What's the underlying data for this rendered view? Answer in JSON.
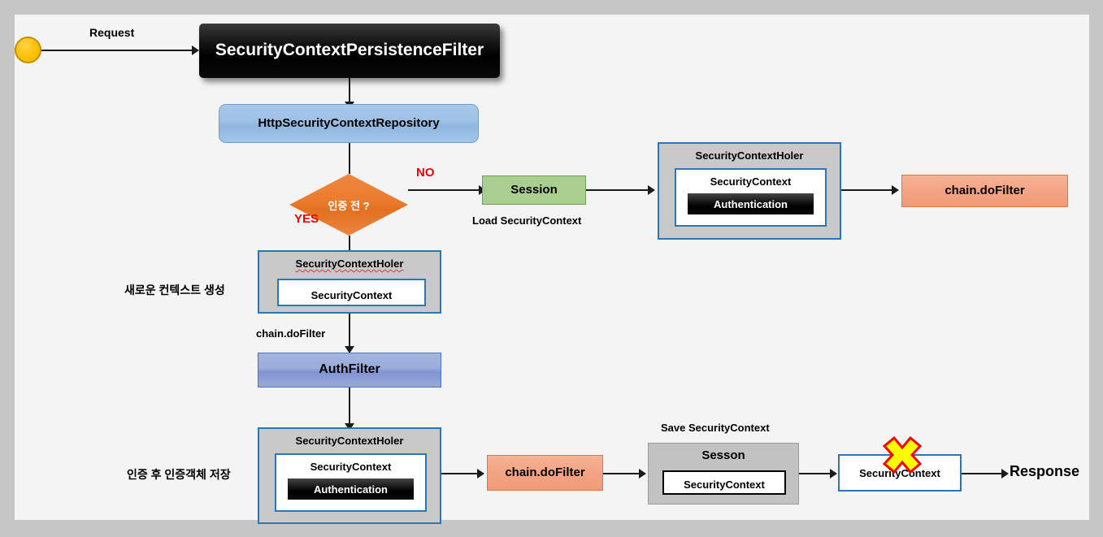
{
  "diagram": {
    "title": "Spring Security SecurityContextPersistenceFilter flow",
    "canvas_bg": "#f4f4f4",
    "frame_bg": "#c6c6c6"
  },
  "nodes": {
    "start": {
      "name": "start-node",
      "label": ""
    },
    "persistence_filter": {
      "label": "SecurityContextPersistenceFilter",
      "color": "#000000"
    },
    "repository": {
      "label": "HttpSecurityContextRepository",
      "color": "#9dc1e6"
    },
    "decision": {
      "label": "인증 전 ?",
      "color": "#ea7b2e"
    },
    "session_top": {
      "label": "Session",
      "color": "#a9ce8f"
    },
    "holder_top": {
      "title": "SecurityContextHoler",
      "context_label": "SecurityContext",
      "authentication_label": "Authentication",
      "color": "#c9c9c9",
      "border": "#2e75b6"
    },
    "chain_dofilter_top": {
      "label": "chain.doFilter",
      "color": "#f3a484"
    },
    "holder_mid": {
      "title": "SecurityContextHoler",
      "context_label": "SecurityContext",
      "color": "#c9c9c9",
      "border": "#2e75b6"
    },
    "auth_filter": {
      "label": "AuthFilter",
      "color": "#8094d2"
    },
    "holder_bottom": {
      "title": "SecurityContextHoler",
      "context_label": "SecurityContext",
      "authentication_label": "Authentication",
      "color": "#c9c9c9",
      "border": "#2e75b6"
    },
    "chain_dofilter_bottom": {
      "label": "chain.doFilter",
      "color": "#f3a484"
    },
    "session_bottom": {
      "title": "Sesson",
      "context_label": "SecurityContext",
      "color": "#c2c2c2"
    },
    "context_cleared": {
      "label": "SecurityContext",
      "border": "#2e75b6"
    }
  },
  "labels": {
    "request": "Request",
    "no_branch": "NO",
    "yes_branch": "YES",
    "load_security_context": "Load SecurityContext",
    "new_context_created": "새로운 컨텍스트 생성",
    "chain_dofilter_edge": "chain.doFilter",
    "store_auth_object": "인증 후 인증객체 저장",
    "save_security_context": "Save SecurityContext",
    "response": "Response"
  },
  "icons": {
    "clear_mark": {
      "name": "x-mark-icon",
      "fill": "#ffff00",
      "stroke": "#ff0000"
    }
  },
  "colors": {
    "red_branch": "#ee0000",
    "blue_border": "#2e75b6",
    "line": "#1a1a1a"
  }
}
